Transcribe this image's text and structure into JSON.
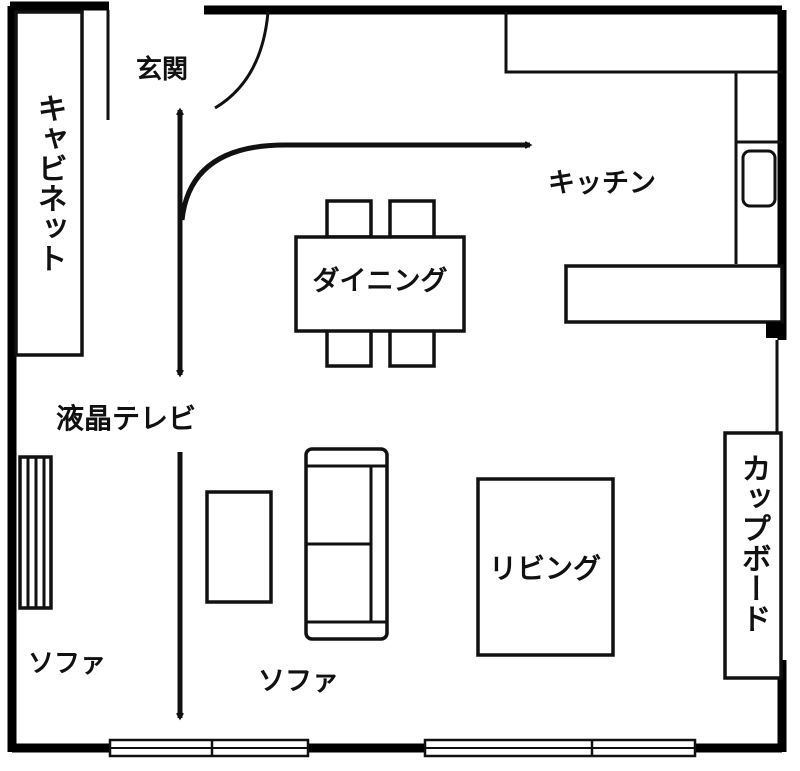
{
  "labels": {
    "entrance": "玄関",
    "cabinet": "キャビネット",
    "kitchen": "キッチン",
    "dining": "ダイニング",
    "tv": "液晶テレビ",
    "living": "リビング",
    "cupboard": "カップボード",
    "sofa_left": "ソファ",
    "sofa_center": "ソファ"
  },
  "colors": {
    "wall": "#000000",
    "line": "#111111",
    "background": "#ffffff"
  }
}
